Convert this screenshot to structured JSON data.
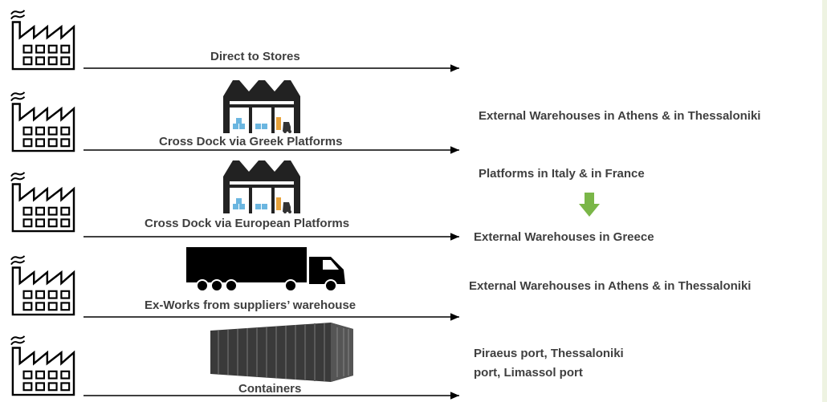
{
  "routes": [
    {
      "label": "Direct to Stores",
      "vehicle": "none"
    },
    {
      "label": "Cross Dock via Greek Platforms",
      "vehicle": "warehouse-icon"
    },
    {
      "label": "Cross Dock via European Platforms",
      "vehicle": "warehouse-icon"
    },
    {
      "label": "Ex-Works from suppliers’ warehouse",
      "vehicle": "truck-icon"
    },
    {
      "label": "Containers",
      "vehicle": "shipping-container-icon"
    }
  ],
  "destinations": {
    "cross_dock_greek": "External Warehouses in Athens & in Thessaloniki",
    "european_platforms": "Platforms in Italy & in France",
    "european_final": "External Warehouses in Greece",
    "ex_works": "External Warehouses in Athens & in Thessaloniki",
    "containers_line1": "Piraeus port, Thessaloniki",
    "containers_line2": "port, Limassol port"
  },
  "icons": {
    "source": "factory-icon",
    "flow": "green-down-arrow-icon"
  },
  "colors": {
    "text": "#3f3f3f",
    "green_arrow": "#7ab648",
    "arrow_line": "#000000"
  }
}
